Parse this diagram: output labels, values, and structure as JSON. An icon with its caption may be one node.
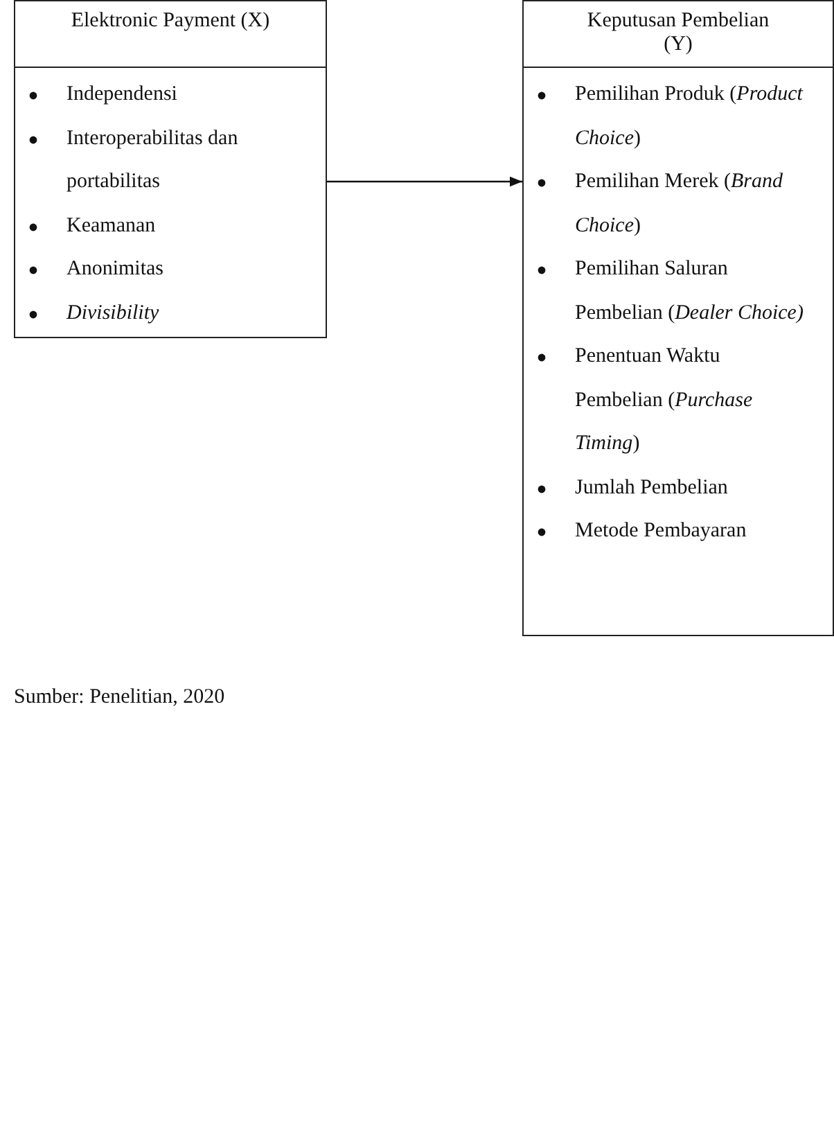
{
  "diagram": {
    "caption": "Sumber: Penelitian, 2020",
    "nodes": [
      {
        "text": [
          "Elektronic Payment (X)",
          "Independensi",
          "Interoperabilitas dan portabilitas",
          "Keamanan",
          "Anonimitas",
          "*Divisibility*"
        ]
      },
      {
        "text": [
          "Keputusan Pembelian (Y)",
          "Pemilihan Produk (*Product Choice*)",
          "Pemilihan Merek (*Brand Choice*)",
          "Pemilihan Saluran Pembelian (*Dealer Choice)*",
          "Penentuan Waktu Pembelian (*Purchase Timing*)",
          "Jumlah Pembelian",
          "Metode Pembayaran"
        ]
      }
    ],
    "edges": [
      {
        "from": 0,
        "to": 1,
        "arrow": "to"
      }
    ]
  }
}
